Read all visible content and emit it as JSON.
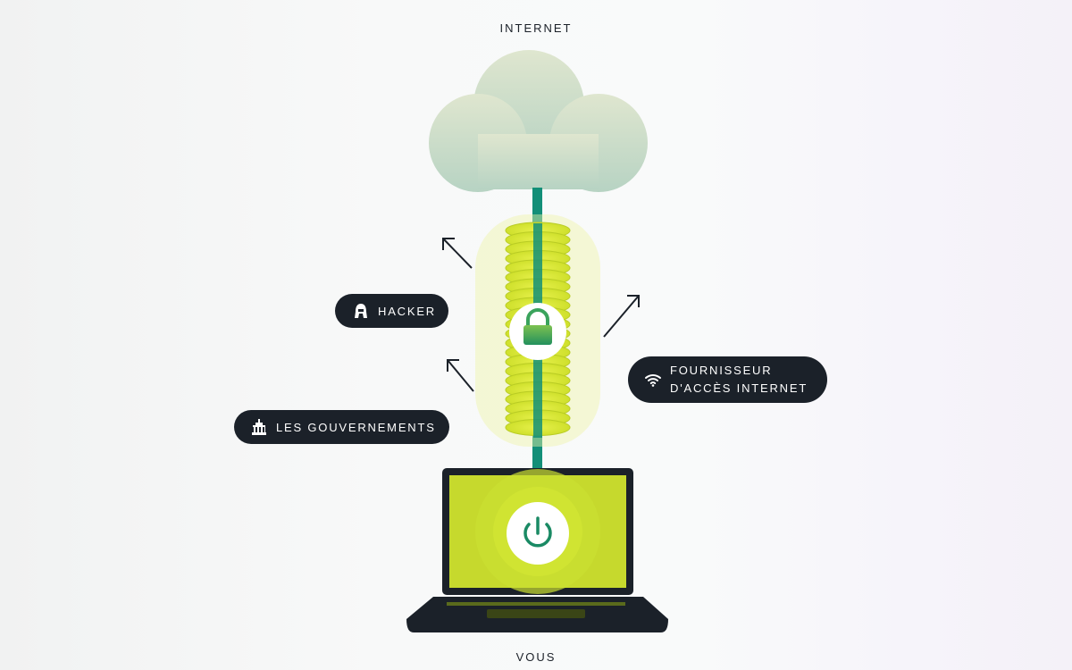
{
  "diagram": {
    "top_label": "INTERNET",
    "bottom_label": "VOUS",
    "threats": {
      "hacker": {
        "label": "HACKER",
        "icon": "hacker-icon"
      },
      "governments": {
        "label": "LES GOUVERNEMENTS",
        "icon": "government-building-icon"
      },
      "isp": {
        "line1": "FOURNISSEUR",
        "line2": "D'ACCÈS INTERNET",
        "icon": "wifi-icon"
      }
    },
    "center_icon": "lock-icon",
    "device_icon": "power-icon",
    "colors": {
      "accent": "#d7e633",
      "tunnel_line": "#138f78",
      "pill_bg": "#1b2129",
      "cloud": "#c8d9cb",
      "lock_green": "#3aa35c"
    }
  }
}
